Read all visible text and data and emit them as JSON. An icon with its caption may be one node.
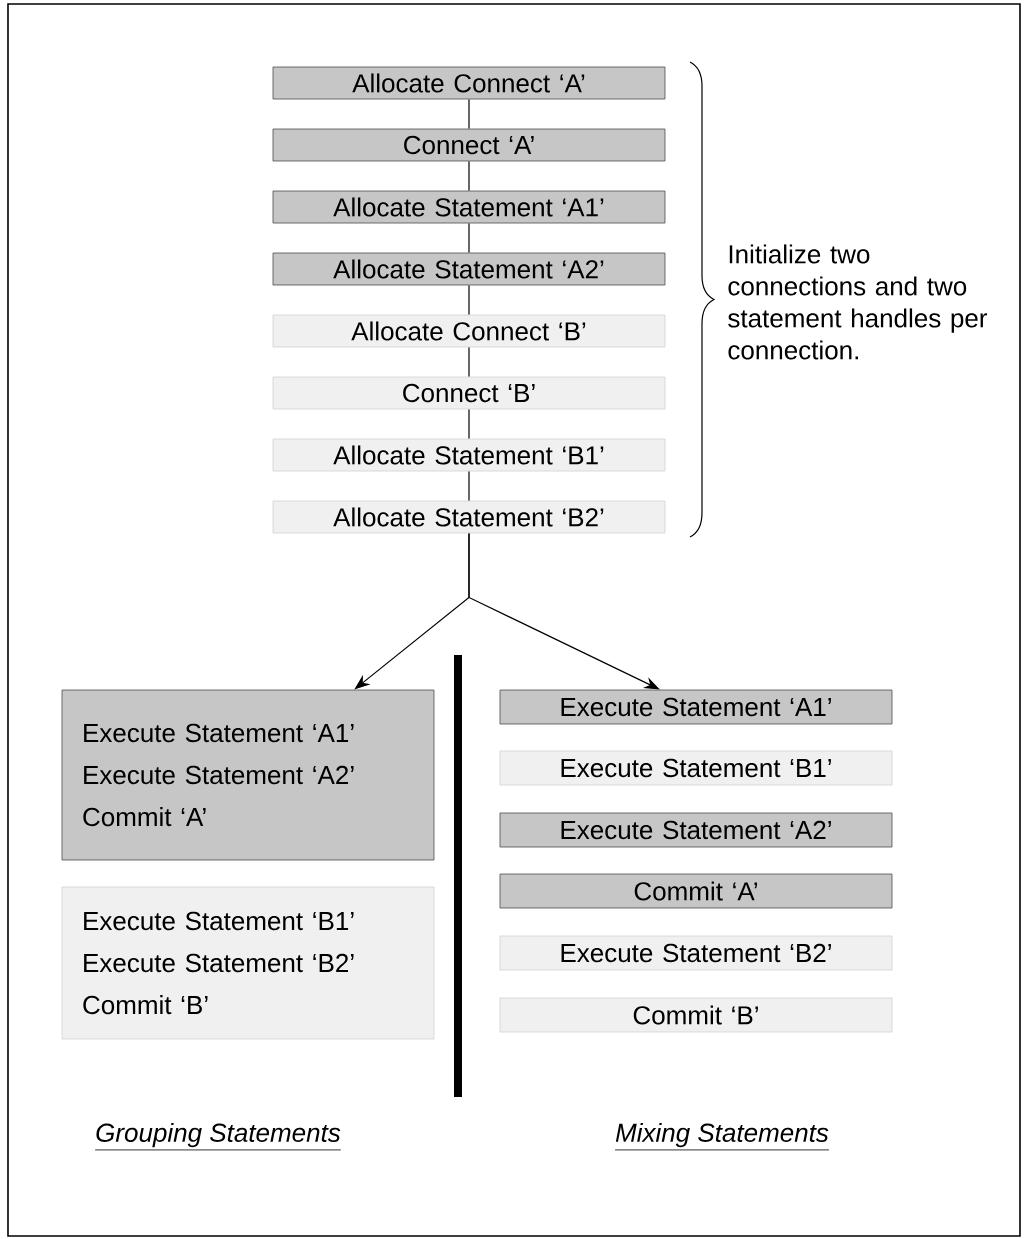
{
  "diagram": {
    "nodes": [
      {
        "text": [
          "Allocate Connect ‘A’"
        ]
      },
      {
        "text": [
          "Connect ‘A’"
        ]
      },
      {
        "text": [
          "Allocate Statement ‘A1’"
        ]
      },
      {
        "text": [
          "Allocate Statement ‘A2’"
        ]
      },
      {
        "text": [
          "Allocate Connect ‘B’"
        ]
      },
      {
        "text": [
          "Connect ‘B’"
        ]
      },
      {
        "text": [
          "Allocate Statement ‘B1’"
        ]
      },
      {
        "text": [
          "Allocate Statement ‘B2’"
        ]
      },
      {
        "text": [
          "Execute Statement ‘A1’",
          "Execute Statement ‘A2’",
          "Commit ‘A’"
        ]
      },
      {
        "text": [
          "Execute Statement ‘B1’",
          "Execute Statement ‘B2’",
          "Commit ‘B’"
        ]
      },
      {
        "text": [
          "Execute Statement ‘A1’"
        ]
      },
      {
        "text": [
          "Execute Statement ‘B1’"
        ]
      },
      {
        "text": [
          "Execute Statement ‘A2’"
        ]
      },
      {
        "text": [
          "Commit ‘A’"
        ]
      },
      {
        "text": [
          "Execute Statement ‘B2’"
        ]
      },
      {
        "text": [
          "Commit ‘B’"
        ]
      }
    ],
    "edges": [
      {
        "from": 0,
        "to": 1,
        "arrow": "none"
      },
      {
        "from": 1,
        "to": 2,
        "arrow": "none"
      },
      {
        "from": 2,
        "to": 3,
        "arrow": "none"
      },
      {
        "from": 3,
        "to": 4,
        "arrow": "none"
      },
      {
        "from": 4,
        "to": 5,
        "arrow": "none"
      },
      {
        "from": 5,
        "to": 6,
        "arrow": "none"
      },
      {
        "from": 6,
        "to": 7,
        "arrow": "none"
      },
      {
        "from": 7,
        "to": 8,
        "arrow": "to"
      },
      {
        "from": 7,
        "to": 10,
        "arrow": "to"
      }
    ],
    "labels": [
      "Initialize two connections and two statement handles per connection.",
      "Grouping Statements",
      "Mixing Statements"
    ]
  }
}
